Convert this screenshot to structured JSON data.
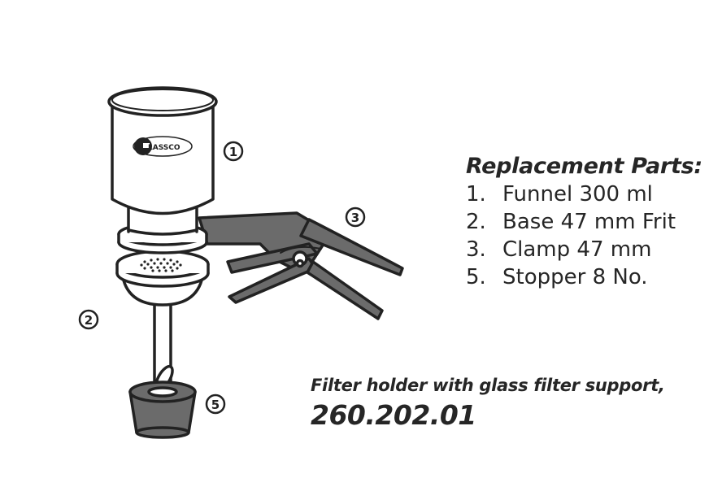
{
  "illustration": {
    "brand_logo_text": "GLASSCO",
    "callouts": [
      {
        "id": "1",
        "label": "1"
      },
      {
        "id": "2",
        "label": "2"
      },
      {
        "id": "3",
        "label": "3"
      },
      {
        "id": "5",
        "label": "5"
      }
    ],
    "colors": {
      "outline": "#222222",
      "part_fill": "#ffffff",
      "dark_part_fill": "#6b6b6b"
    }
  },
  "replacement_parts": {
    "title": "Replacement Parts:",
    "items": [
      {
        "number": "1.",
        "label": "Funnel 300 ml"
      },
      {
        "number": "2.",
        "label": "Base 47 mm Frit"
      },
      {
        "number": "3.",
        "label": "Clamp 47 mm"
      },
      {
        "number": "5.",
        "label": "Stopper 8 No."
      }
    ]
  },
  "caption": {
    "description": "Filter holder with glass filter support,",
    "product_code": "260.202.01"
  }
}
